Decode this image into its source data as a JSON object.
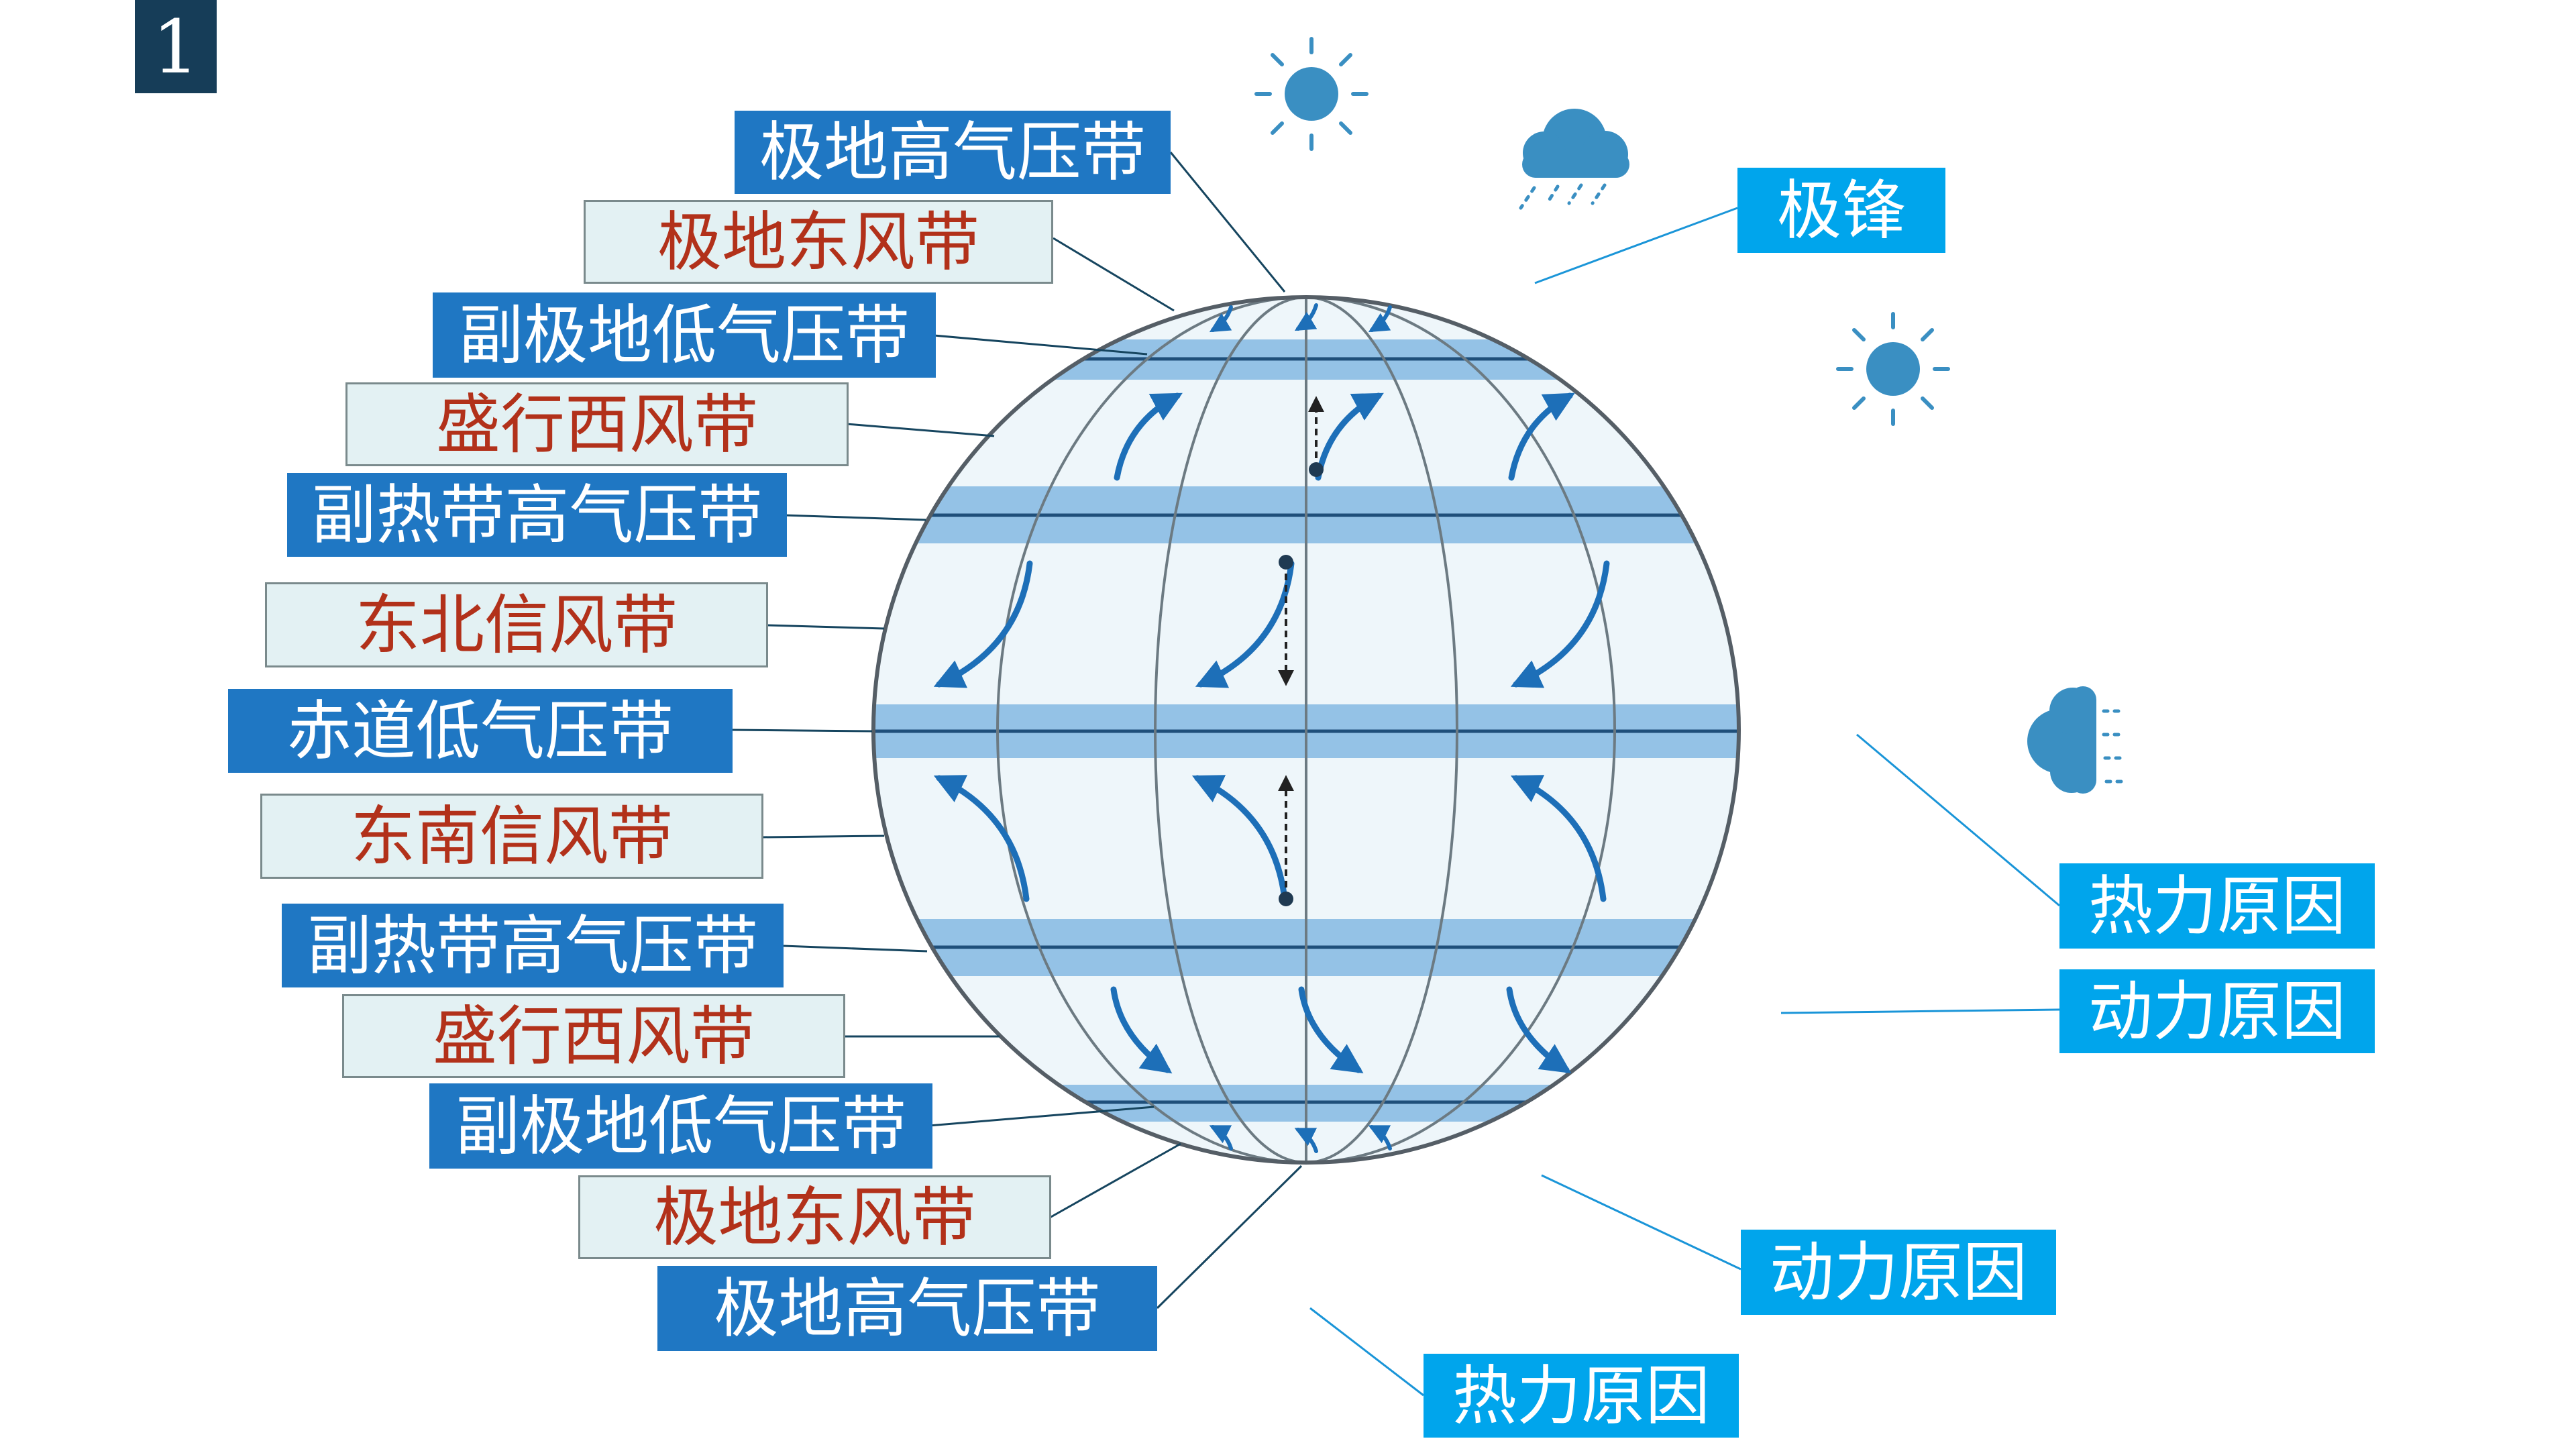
{
  "slide_number": "1",
  "left_labels": [
    {
      "text": "极地高气压带",
      "kind": "pressure"
    },
    {
      "text": "极地东风带",
      "kind": "wind"
    },
    {
      "text": "副极地低气压带",
      "kind": "pressure"
    },
    {
      "text": "盛行西风带",
      "kind": "wind"
    },
    {
      "text": "副热带高气压带",
      "kind": "pressure"
    },
    {
      "text": "东北信风带",
      "kind": "wind"
    },
    {
      "text": "赤道低气压带",
      "kind": "pressure"
    },
    {
      "text": "东南信风带",
      "kind": "wind"
    },
    {
      "text": "副热带高气压带",
      "kind": "pressure"
    },
    {
      "text": "盛行西风带",
      "kind": "wind"
    },
    {
      "text": "副极地低气压带",
      "kind": "pressure"
    },
    {
      "text": "极地东风带",
      "kind": "wind"
    },
    {
      "text": "极地高气压带",
      "kind": "pressure"
    }
  ],
  "right_labels": [
    {
      "text": "极锋"
    },
    {
      "text": "热力原因"
    },
    {
      "text": "动力原因"
    },
    {
      "text": "动力原因"
    },
    {
      "text": "热力原因"
    }
  ],
  "icons": [
    "sun-icon",
    "rain-cloud-icon",
    "sun-icon",
    "rain-cloud-icon"
  ],
  "colors": {
    "pressure_label_bg": "#1f77c3",
    "wind_label_bg": "#e3f1f3",
    "wind_label_text": "#b2311a",
    "cause_label_bg": "#00a5ec",
    "band": "#94c2e6",
    "globe_fill": "#eef6fa",
    "arrow": "#1d6fb8",
    "weather_icon": "#3a8fc2"
  }
}
